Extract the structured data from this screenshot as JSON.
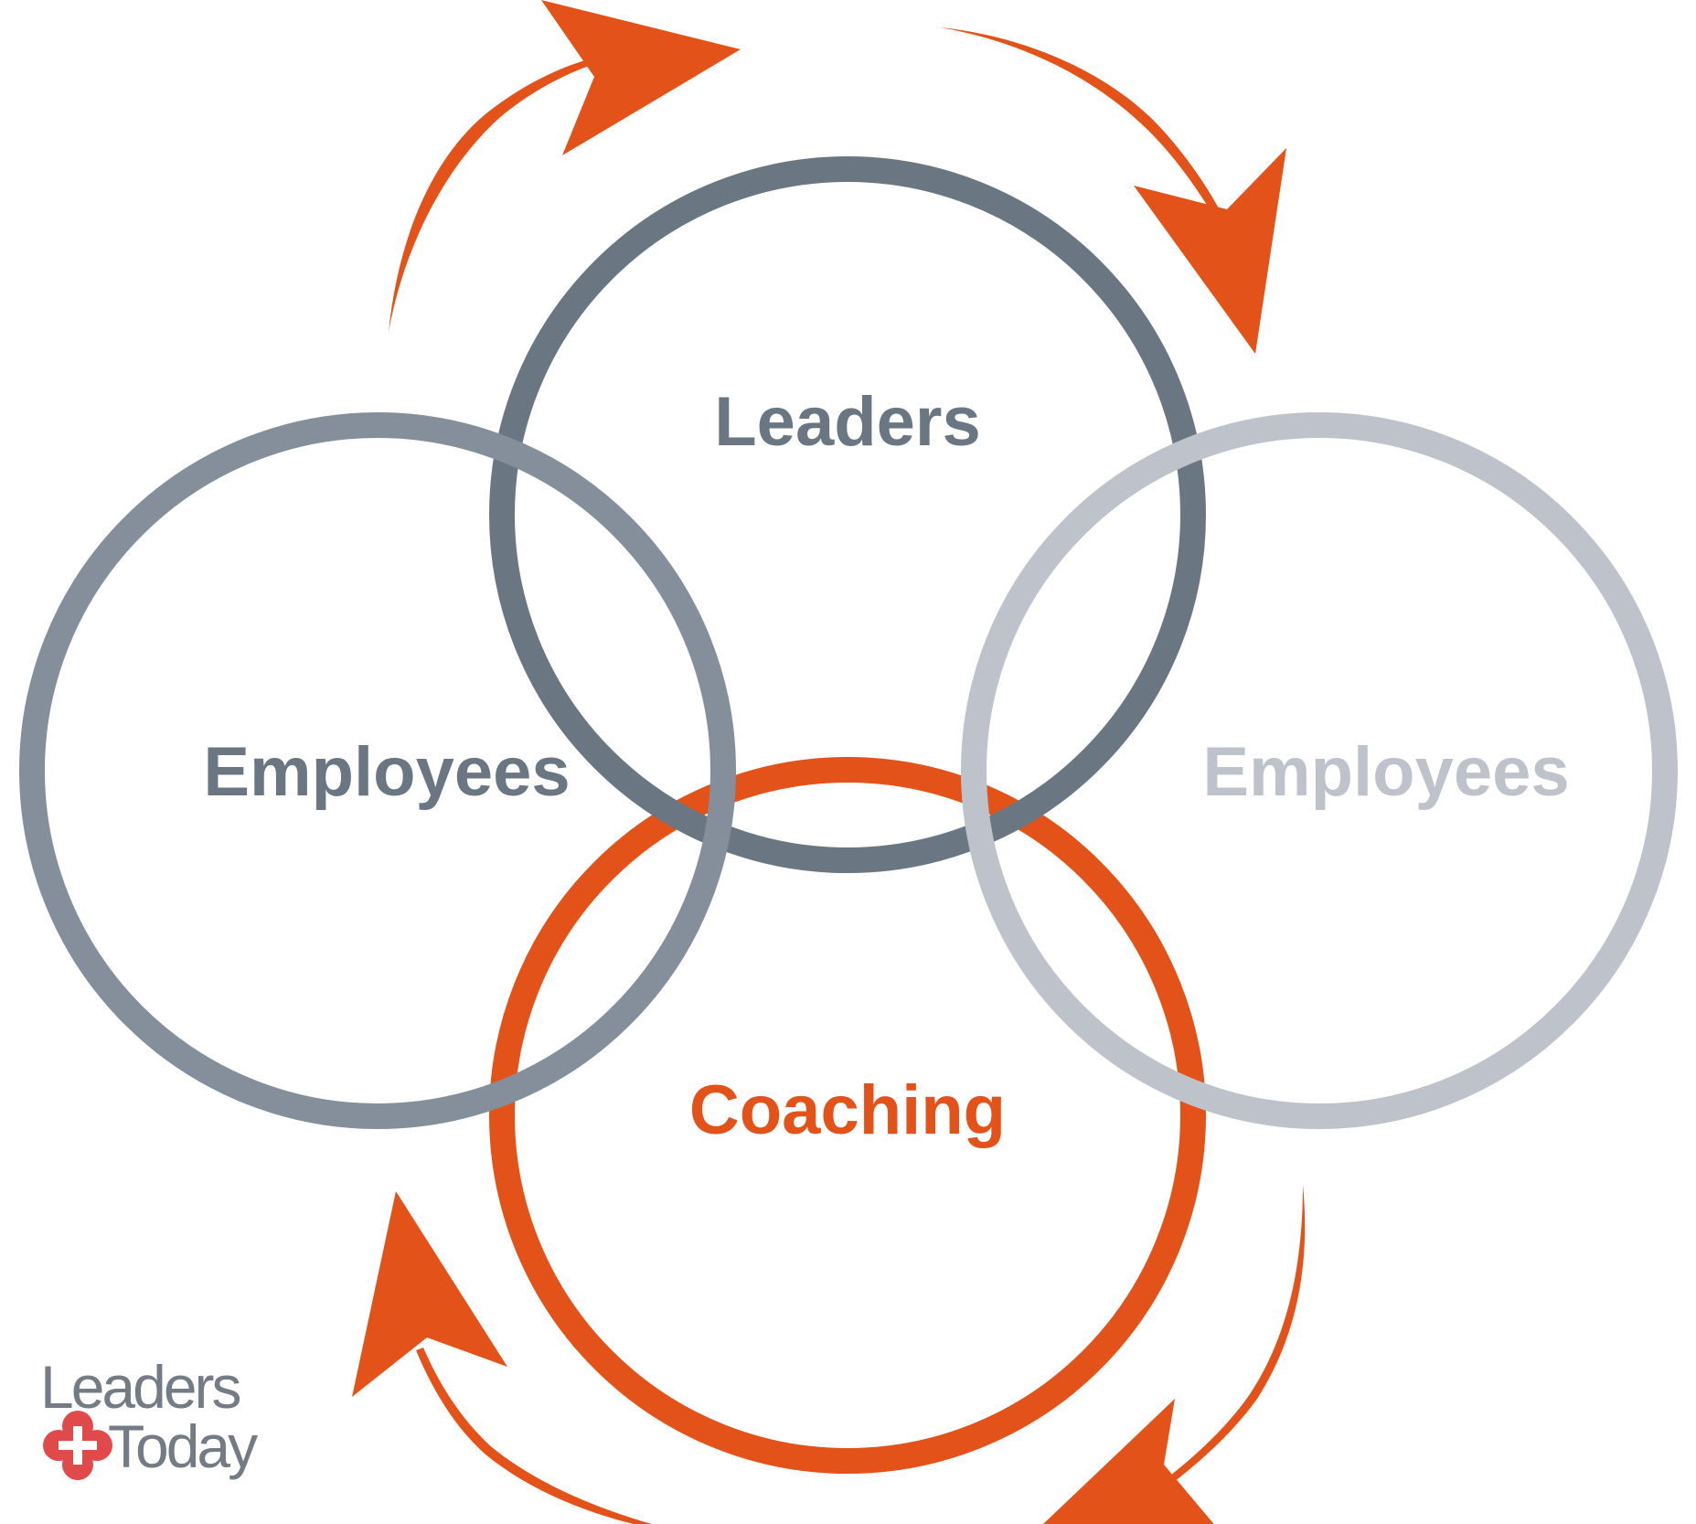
{
  "diagram": {
    "nodes": [
      {
        "id": "leaders",
        "label": "Leaders",
        "color": "#6b7683"
      },
      {
        "id": "employees-left",
        "label": "Employees",
        "color": "#858f9b"
      },
      {
        "id": "employees-right",
        "label": "Employees",
        "color": "#bec3cb"
      },
      {
        "id": "coaching",
        "label": "Coaching",
        "color": "#e35219"
      }
    ],
    "cycle": {
      "direction": "clockwise",
      "arrow_color": "#e35219",
      "arrow_count": 4
    }
  },
  "logo": {
    "line1": "Leaders",
    "line2": "Today",
    "text_color": "#737b85",
    "mark_color": "#e04a4a"
  }
}
